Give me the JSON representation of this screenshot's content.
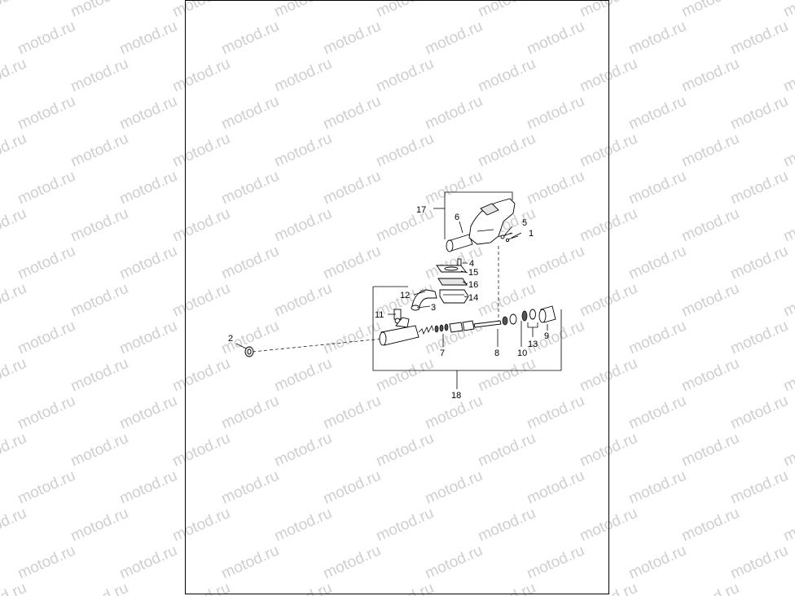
{
  "watermark": {
    "text": "motod.ru"
  },
  "callouts": {
    "c1": "1",
    "c2": "2",
    "c3": "3",
    "c4": "4",
    "c5": "5",
    "c6": "6",
    "c7": "7",
    "c8": "8",
    "c9": "9",
    "c10": "10",
    "c11": "11",
    "c12": "12",
    "c13": "13",
    "c14": "14",
    "c15": "15",
    "c16": "16",
    "c17": "17",
    "c18": "18"
  }
}
